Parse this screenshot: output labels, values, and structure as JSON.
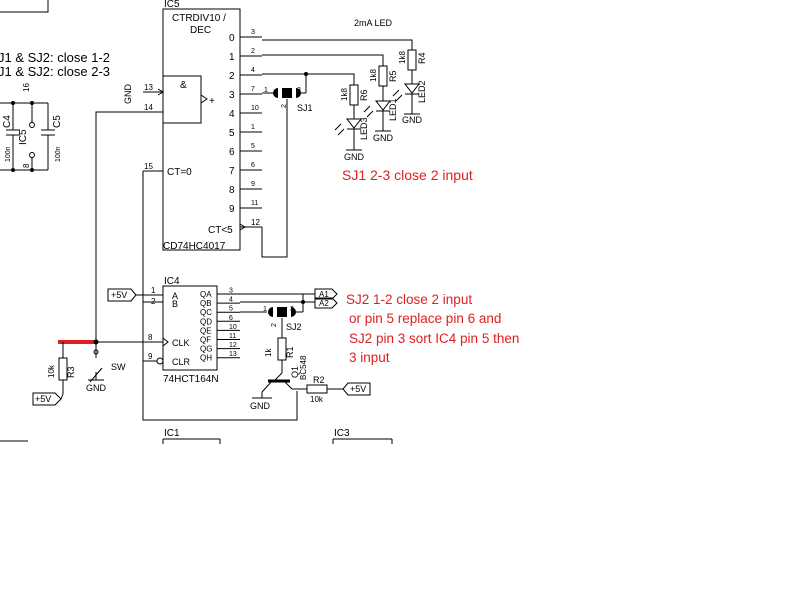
{
  "notes": {
    "jumper_line1": "J1 & SJ2: close 1-2",
    "jumper_line2": "J1 & SJ2: close 2-3",
    "sj1_note": "SJ1 2-3 close 2 input",
    "sj2_line1": "SJ2  1-2 close    2 input",
    "sj2_line2": "or pin 5 replace pin 6 and",
    "sj2_line3": "SJ2 pin 3 sort IC4 pin 5 then",
    "sj2_line4": "3 input"
  },
  "ic5": {
    "ref": "IC5",
    "title_line1": "CTRDIV10 /",
    "title_line2": "DEC",
    "part": "CD74HC4017",
    "gate_symbol": "&",
    "gnd_label": "GND",
    "ct0": "CT=0",
    "ct5": "CT<5",
    "plus": "+",
    "outputs": [
      "0",
      "1",
      "2",
      "3",
      "4",
      "5",
      "6",
      "7",
      "8",
      "9"
    ],
    "output_pins": [
      "3",
      "2",
      "4",
      "7",
      "10",
      "1",
      "5",
      "6",
      "9",
      "11"
    ],
    "pin_13": "13",
    "pin_14": "14",
    "pin_15": "15",
    "pin_12": "12"
  },
  "decoupling": {
    "c4": "C4",
    "c4_val": "100n",
    "ic5_label": "IC5",
    "pin16": "16",
    "pin8": "8",
    "c5": "C5",
    "c5_val": "100n"
  },
  "leds": {
    "header": "2mA LED",
    "r4": "R4",
    "r4_val": "1k8",
    "r5": "R5",
    "r5_val": "1k8",
    "r6": "R6",
    "r6_val": "1k8",
    "led1": "LED1",
    "led2": "LED2",
    "led3": "LED3",
    "gnd": "GND"
  },
  "sj1": {
    "label": "SJ1",
    "pin1": "1",
    "pin2": "2",
    "pin3": "3"
  },
  "ic4": {
    "ref": "IC4",
    "part": "74HCT164N",
    "in_a": "A",
    "in_b": "B",
    "clk": "CLK",
    "clr": "CLR",
    "pin_1": "1",
    "pin_2": "2",
    "pin_8": "8",
    "pin_9": "9",
    "outputs": [
      "QA",
      "QB",
      "QC",
      "QD",
      "QE",
      "QF",
      "QG",
      "QH"
    ],
    "output_pins": [
      "3",
      "4",
      "5",
      "6",
      "10",
      "11",
      "12",
      "13"
    ],
    "supply": "+5V"
  },
  "sj2": {
    "label": "SJ2",
    "pin1": "1",
    "pin2": "2",
    "pin3": "3"
  },
  "nets": {
    "a1": "A1",
    "a2": "A2"
  },
  "q1": {
    "ref": "Q1",
    "part": "BC548",
    "r1": "R1",
    "r1_val": "1k",
    "r2": "R2",
    "r2_val": "10k",
    "gnd": "GND",
    "supply": "+5V"
  },
  "input": {
    "r3": "R3",
    "r3_val": "10k",
    "sw": "SW",
    "gnd": "GND",
    "supply": "+5V"
  },
  "bottom": {
    "ic1": "IC1",
    "ic3": "IC3"
  }
}
